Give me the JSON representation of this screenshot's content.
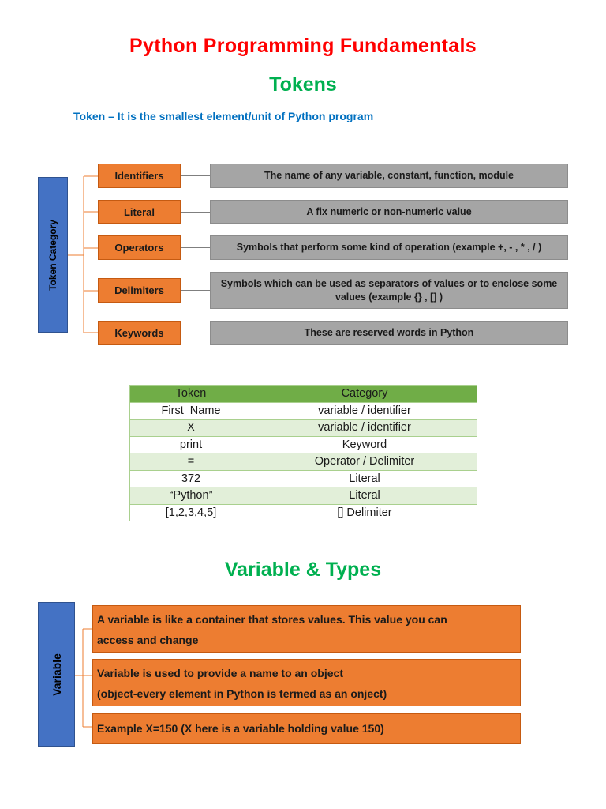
{
  "title": "Python Programming Fundamentals",
  "tokens_section": {
    "heading": "Tokens",
    "definition": "Token – It is the smallest element/unit of Python program",
    "category_label": "Token Category",
    "categories": [
      {
        "name": "Identifiers",
        "description": "The name of any variable, constant, function, module"
      },
      {
        "name": "Literal",
        "description": "A fix numeric or non-numeric value"
      },
      {
        "name": "Operators",
        "description": "Symbols  that perform some kind of operation (example +, - , * , / )"
      },
      {
        "name": "Delimiters",
        "description": "Symbols which can be used as separators of values or to enclose some values (example {} , [] )"
      },
      {
        "name": "Keywords",
        "description": "These are reserved words in Python"
      }
    ]
  },
  "token_table": {
    "headers": [
      "Token",
      "Category"
    ],
    "rows": [
      [
        "First_Name",
        "variable / identifier"
      ],
      [
        "X",
        "variable / identifier"
      ],
      [
        "print",
        "Keyword"
      ],
      [
        "=",
        "Operator / Delimiter"
      ],
      [
        "372",
        "Literal"
      ],
      [
        "“Python”",
        "Literal"
      ],
      [
        "[1,2,3,4,5]",
        "[] Delimiter"
      ]
    ]
  },
  "variable_section": {
    "heading": "Variable & Types",
    "side_label": "Variable",
    "boxes": [
      {
        "line1": "A variable is like a container that stores values. This value you can",
        "line2": "access and change"
      },
      {
        "line1": "Variable is used to provide a name to an object",
        "line2": "(object-every element in Python is termed as an onject)"
      },
      {
        "line1": "Example X=150 (X  here is a variable holding value 150)",
        "line2": ""
      }
    ]
  },
  "colors": {
    "title": "#ff0000",
    "heading": "#00b050",
    "definition": "#0070c0",
    "orange": "#ed7d31",
    "gray": "#a5a5a5",
    "blue": "#4472c4",
    "table_header": "#70ad47",
    "table_stripe": "#e2efd9"
  }
}
